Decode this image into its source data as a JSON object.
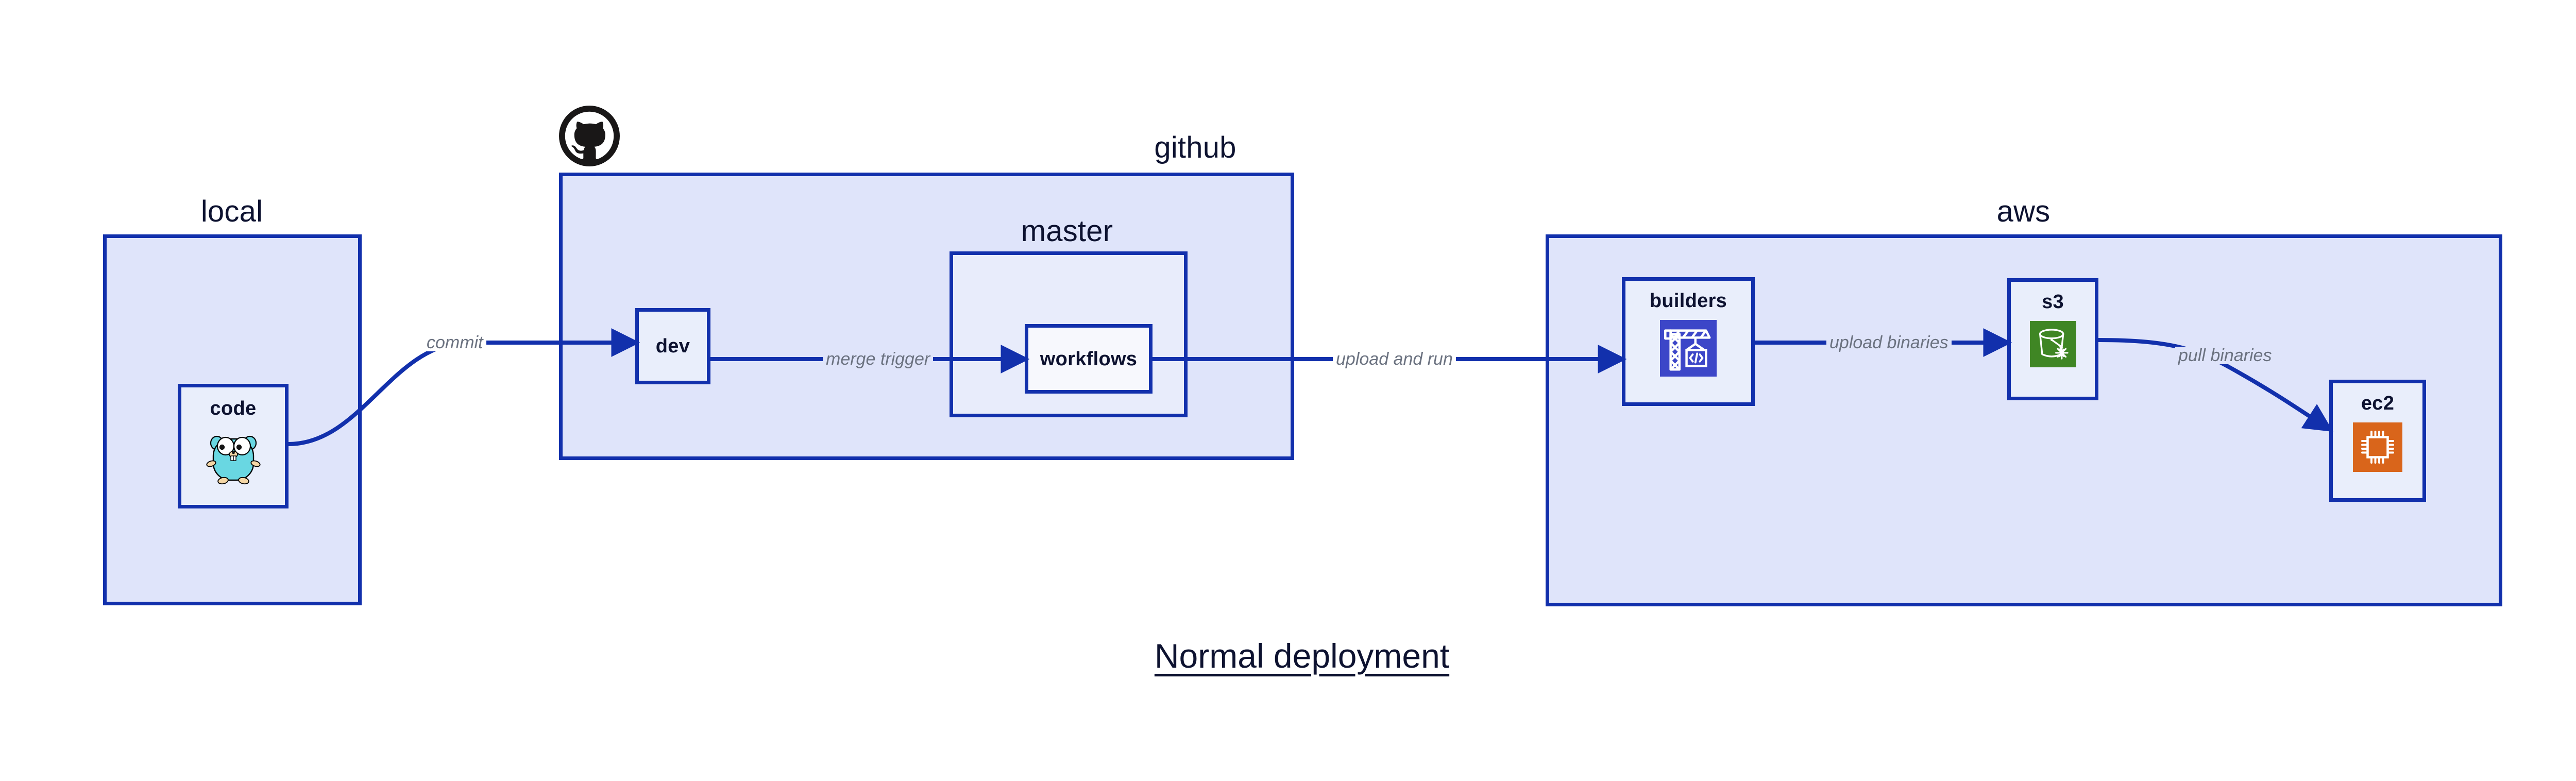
{
  "diagram": {
    "title": "Normal deployment",
    "type": "architecture-flow",
    "background_color": "#ffffff",
    "accent_color": "#1230ac",
    "group_fill": "#dfe4fa",
    "group_fill_light": "#e8ecfb",
    "node_fill": "#e9eefb",
    "node_fill_white": "#f7f8fd",
    "edge_label_color": "#6b7280",
    "text_color": "#0d1230"
  },
  "groups": [
    {
      "id": "local",
      "label": "local"
    },
    {
      "id": "github",
      "label": "github"
    },
    {
      "id": "master",
      "label": "master"
    },
    {
      "id": "aws",
      "label": "aws"
    }
  ],
  "nodes": [
    {
      "id": "code",
      "label": "code",
      "icon": "go-gopher-icon",
      "group": "local"
    },
    {
      "id": "dev",
      "label": "dev",
      "icon": null,
      "group": "github"
    },
    {
      "id": "workflows",
      "label": "workflows",
      "icon": null,
      "group": "master"
    },
    {
      "id": "builders",
      "label": "builders",
      "icon": "aws-codebuild-icon",
      "group": "aws"
    },
    {
      "id": "s3",
      "label": "s3",
      "icon": "aws-s3-glacier-icon",
      "group": "aws"
    },
    {
      "id": "ec2",
      "label": "ec2",
      "icon": "aws-ec2-icon",
      "group": "aws"
    }
  ],
  "edges": [
    {
      "id": "commit",
      "label": "commit",
      "from": "code",
      "to": "dev"
    },
    {
      "id": "merge-trigger",
      "label": "merge trigger",
      "from": "dev",
      "to": "workflows"
    },
    {
      "id": "upload-and-run",
      "label": "upload and run",
      "from": "workflows",
      "to": "builders"
    },
    {
      "id": "upload-binaries",
      "label": "upload binaries",
      "from": "builders",
      "to": "s3"
    },
    {
      "id": "pull-binaries",
      "label": "pull binaries",
      "from": "s3",
      "to": "ec2"
    }
  ],
  "logos": [
    {
      "id": "github-logo",
      "name": "github-octocat-logo",
      "color": "#191717"
    }
  ],
  "icon_colors": {
    "aws_codebuild": "#3c46c8",
    "aws_s3_glacier": "#3f8624",
    "aws_ec2": "#d9651b",
    "go_gopher_body": "#69d7e2",
    "go_gopher_outline": "#000000",
    "go_gopher_feet": "#f5d7a6"
  }
}
